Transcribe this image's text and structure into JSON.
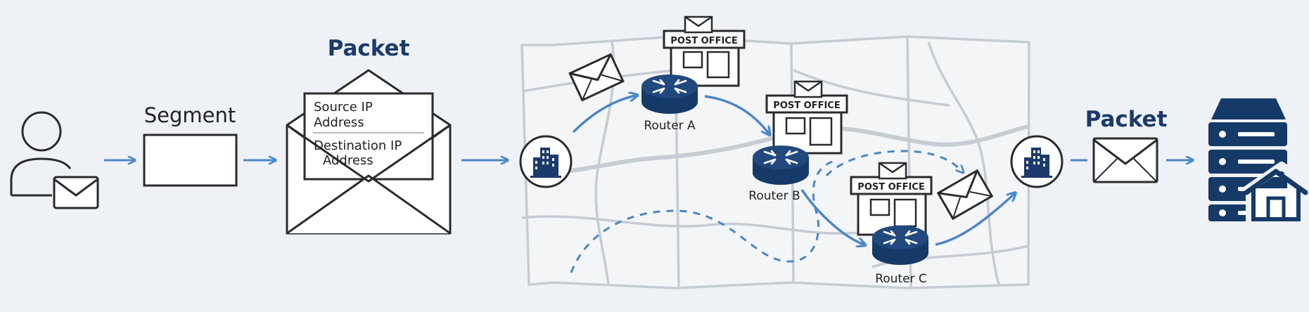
{
  "labels": {
    "packet_title_left": "Packet",
    "segment_title": "Segment",
    "source_ip_line1": "Source IP",
    "source_ip_line2": "Address",
    "dest_ip_line1": "Destination IP",
    "dest_ip_line2": "Address",
    "packet_title_right": "Packet"
  },
  "routers": [
    {
      "name": "Router A",
      "post_office": "POST OFFICE"
    },
    {
      "name": "Router B",
      "post_office": "POST OFFICE"
    },
    {
      "name": "Router C",
      "post_office": "POST OFFICE"
    }
  ],
  "colors": {
    "background": "#eef2f6",
    "navy": "#1c3a6b",
    "arrow_blue": "#4a86c8",
    "map_line": "#c6ccd3",
    "outline": "#2b2b2b"
  },
  "icons": [
    "user-icon",
    "envelope-icon",
    "router-icon",
    "building-icon",
    "post-office-icon",
    "server-icon",
    "house-icon",
    "map-icon"
  ]
}
